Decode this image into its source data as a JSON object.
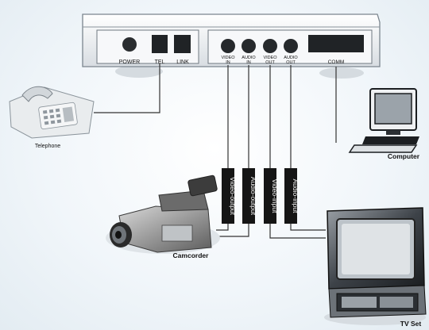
{
  "device": {
    "power_label": "POWER",
    "tel_label": "TEL",
    "link_label": "LINK",
    "video_in_label": [
      "VIDEO",
      "IN"
    ],
    "audio_in_label": [
      "AUDIO",
      "IN"
    ],
    "video_out_label": [
      "VIDEO",
      "OUT"
    ],
    "audio_out_label": [
      "AUDIO",
      "OUT"
    ],
    "comm_label": "COMM"
  },
  "devices": {
    "telephone": "Telephone",
    "computer": "Computer",
    "camcorder": "Camcorder",
    "tv": "TV Set"
  },
  "cable_labels": [
    "Video-output",
    "Audio-output",
    "Video-input",
    "Audio-input"
  ]
}
